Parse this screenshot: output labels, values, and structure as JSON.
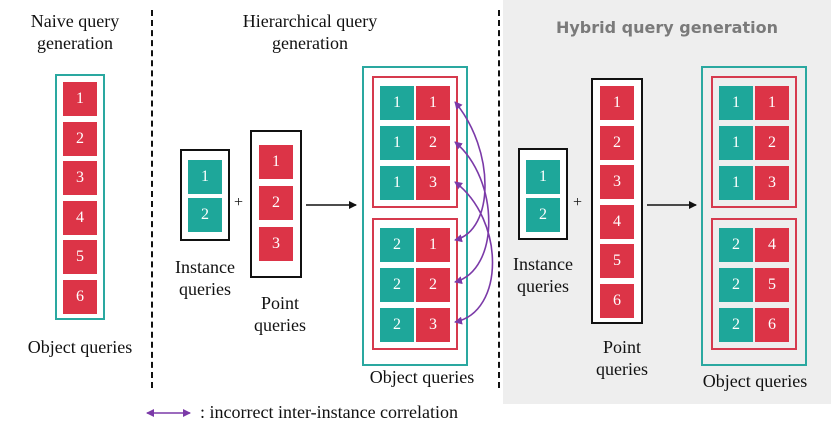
{
  "naive": {
    "title": "Naive query\ngeneration",
    "object_queries": [
      "1",
      "2",
      "3",
      "4",
      "5",
      "6"
    ],
    "label": "Object queries"
  },
  "hierarchical": {
    "title": "Hierarchical query\ngeneration",
    "instance_queries": [
      "1",
      "2"
    ],
    "instance_label": "Instance\nqueries",
    "point_queries": [
      "1",
      "2",
      "3"
    ],
    "point_label": "Point\nqueries",
    "group_a": [
      [
        "1",
        "1"
      ],
      [
        "1",
        "2"
      ],
      [
        "1",
        "3"
      ]
    ],
    "group_b": [
      [
        "2",
        "1"
      ],
      [
        "2",
        "2"
      ],
      [
        "2",
        "3"
      ]
    ],
    "output_label": "Object queries"
  },
  "hybrid": {
    "title": "Hybrid query generation",
    "instance_queries": [
      "1",
      "2"
    ],
    "instance_label": "Instance\nqueries",
    "point_queries": [
      "1",
      "2",
      "3",
      "4",
      "5",
      "6"
    ],
    "point_label": "Point\nqueries",
    "group_a": [
      [
        "1",
        "1"
      ],
      [
        "1",
        "2"
      ],
      [
        "1",
        "3"
      ]
    ],
    "group_b": [
      [
        "2",
        "4"
      ],
      [
        "2",
        "5"
      ],
      [
        "2",
        "6"
      ]
    ],
    "output_label": "Object queries"
  },
  "plus_sign": "+",
  "legend": {
    "text": ": incorrect inter-instance correlation"
  },
  "colors": {
    "red": "#dc3447",
    "teal": "#1ea79a",
    "purple": "#7b3aa8",
    "frame_teal": "#2aa8a0",
    "frame_red": "#d63a4e",
    "hybrid_bg": "#eeeeee",
    "hybrid_title": "#7a7a7a"
  }
}
